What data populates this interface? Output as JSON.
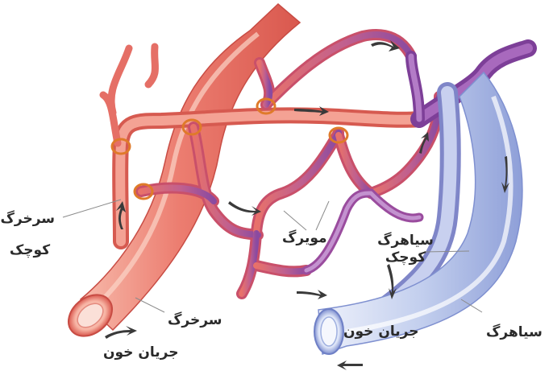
{
  "labels": {
    "small_artery_line1": "سرخرگ",
    "small_artery_line2": "کوچک",
    "artery": "سرخرگ",
    "blood_flow_left": "جریان خون",
    "capillary": "مویرگ",
    "venule_line1": "سیاهرگ",
    "venule_line2": "کوچک",
    "blood_flow_right": "جریان خون",
    "vein": "سیاهرگ"
  },
  "colors": {
    "artery": "#e8756a",
    "artery_light": "#f6b7a8",
    "capillary_mid": "#b05a9a",
    "venule": "#8a4aa0",
    "vein": "#b9c6ea",
    "vein_light": "#e4e9f8",
    "sphincter": "#e07a2a",
    "arrow": "#3a3a3a"
  }
}
